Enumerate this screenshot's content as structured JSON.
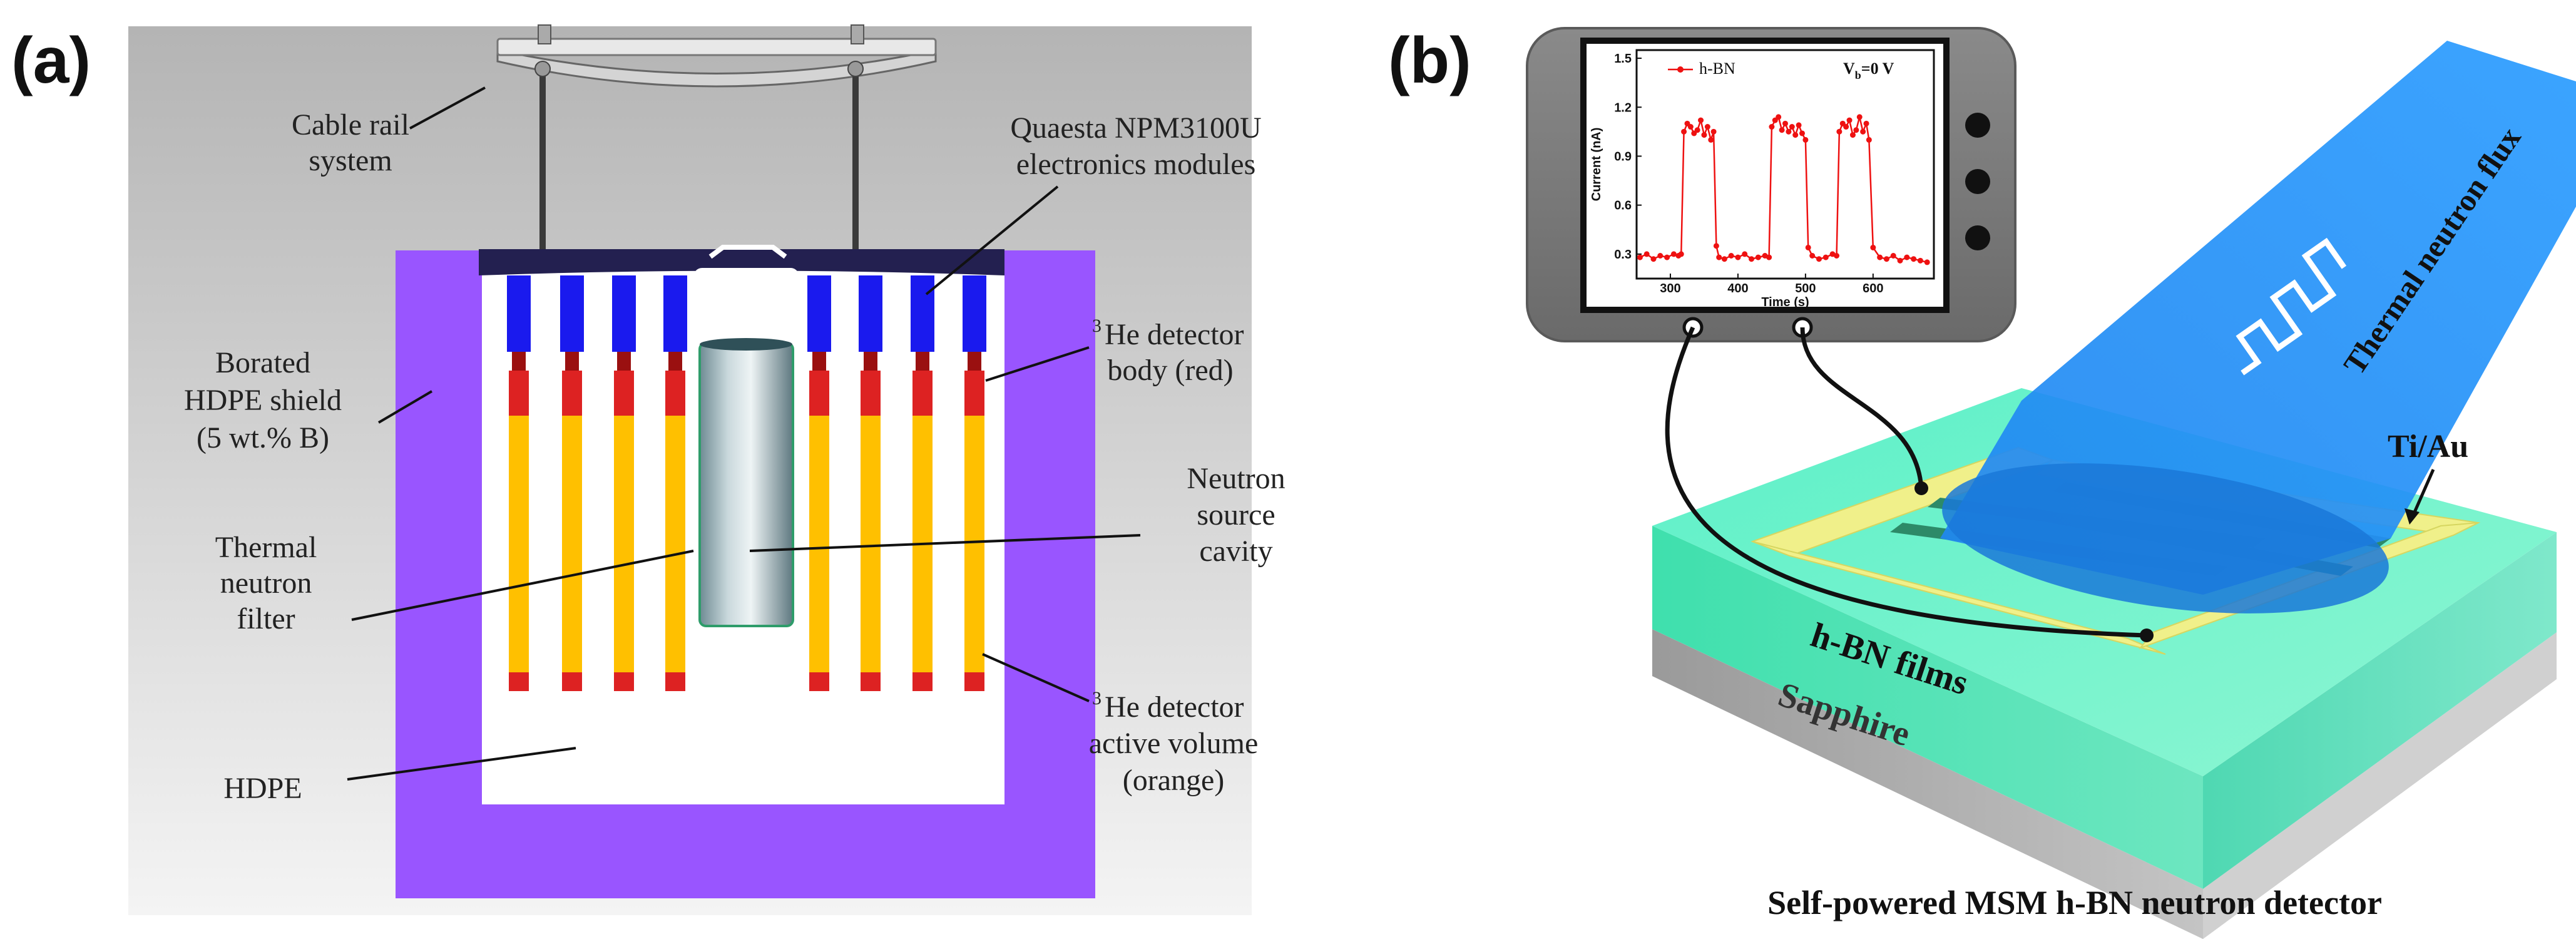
{
  "panel_a": {
    "tag": "(a)",
    "labels": {
      "cable_rail_1": "Cable rail",
      "cable_rail_2": "system",
      "quaesta_1": "Quaesta NPM3100U",
      "quaesta_2": "electronics modules",
      "he_body_sup": "3",
      "he_body_1": "He detector",
      "he_body_2": "body (red)",
      "borated_1": "Borated",
      "borated_2": "HDPE shield",
      "borated_3": "(5 wt.% B)",
      "neutron_src_1": "Neutron",
      "neutron_src_2": "source",
      "neutron_src_3": "cavity",
      "thermal_filter_1": "Thermal",
      "thermal_filter_2": "neutron",
      "thermal_filter_3": "filter",
      "he_active_sup": "3",
      "he_active_1": "He detector",
      "he_active_2": "active volume",
      "he_active_3": "(orange)",
      "hdpe": "HDPE"
    },
    "colors": {
      "shield": "#9955ff",
      "detector_active": "#ffc000",
      "detector_body": "#dd2222",
      "electronics": "#1a1aee",
      "filter": "#8aa6ad"
    }
  },
  "panel_b": {
    "tag": "(b)",
    "labels": {
      "flux": "Thermal neutron flux",
      "tiau": "Ti/Au",
      "hbn": "h-BN films",
      "sapphire": "Sapphire",
      "caption": "Self-powered MSM h-BN neutron detector"
    },
    "colors": {
      "beam": "#1e8fff",
      "film": "#6ef0c4",
      "electrode": "#f2f27a",
      "substrate": "#b8b8b8"
    }
  },
  "chart_data": {
    "type": "line",
    "title": "",
    "xlabel": "Time (s)",
    "ylabel": "Current (nA)",
    "xlim": [
      250,
      690
    ],
    "ylim": [
      0.15,
      1.55
    ],
    "xticks": [
      300,
      400,
      500,
      600
    ],
    "yticks": [
      0.3,
      0.6,
      0.9,
      1.2,
      1.5
    ],
    "legend": "h-BN",
    "annotation_main": "V",
    "annotation_sub": "b",
    "annotation_rest": "=0 V",
    "series": [
      {
        "name": "h-BN",
        "color": "#ee1111",
        "x": [
          255,
          265,
          275,
          285,
          295,
          305,
          312,
          316,
          320,
          325,
          330,
          335,
          340,
          345,
          350,
          355,
          360,
          364,
          368,
          372,
          380,
          390,
          400,
          410,
          420,
          430,
          440,
          446,
          450,
          455,
          460,
          465,
          470,
          475,
          480,
          485,
          490,
          495,
          500,
          504,
          510,
          520,
          530,
          540,
          546,
          550,
          555,
          560,
          565,
          570,
          575,
          580,
          585,
          590,
          594,
          600,
          610,
          620,
          630,
          640,
          650,
          660,
          670,
          680
        ],
        "y": [
          0.28,
          0.3,
          0.27,
          0.29,
          0.28,
          0.3,
          0.29,
          0.3,
          1.05,
          1.1,
          1.08,
          1.04,
          1.06,
          1.12,
          1.03,
          1.08,
          1.0,
          1.05,
          0.35,
          0.28,
          0.27,
          0.29,
          0.28,
          0.3,
          0.27,
          0.28,
          0.29,
          0.28,
          1.08,
          1.12,
          1.14,
          1.06,
          1.1,
          1.05,
          1.08,
          1.03,
          1.09,
          1.04,
          1.0,
          0.34,
          0.29,
          0.27,
          0.28,
          0.3,
          0.29,
          1.05,
          1.1,
          1.08,
          1.12,
          1.03,
          1.06,
          1.14,
          1.05,
          1.1,
          1.0,
          0.34,
          0.28,
          0.27,
          0.29,
          0.26,
          0.28,
          0.27,
          0.26,
          0.25
        ]
      }
    ]
  }
}
